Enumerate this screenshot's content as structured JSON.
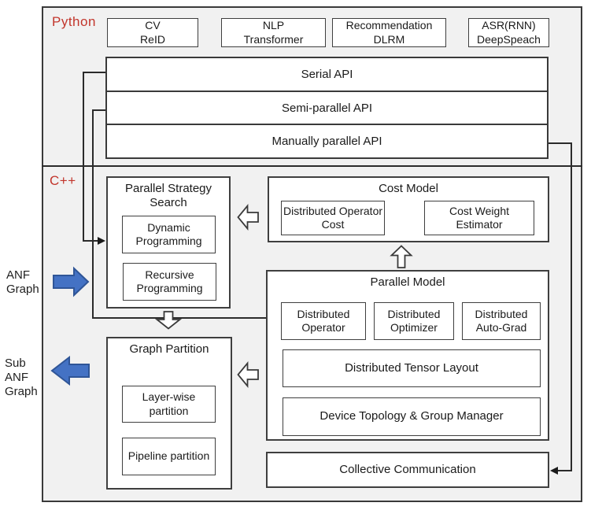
{
  "python_section": {
    "label": "Python",
    "apps": [
      {
        "line1": "CV",
        "line2": "ReID"
      },
      {
        "line1": "NLP",
        "line2": "Transformer"
      },
      {
        "line1": "Recommendation",
        "line2": "DLRM"
      },
      {
        "line1": "ASR(RNN)",
        "line2": "DeepSpeach"
      }
    ],
    "api_bars": [
      "Serial API",
      "Semi-parallel API",
      "Manually parallel API"
    ]
  },
  "cpp_section": {
    "label": "C++",
    "parallel_strategy_search": {
      "title": "Parallel Strategy Search",
      "items": [
        "Dynamic Programming",
        "Recursive Programming"
      ]
    },
    "cost_model": {
      "title": "Cost Model",
      "items": [
        "Distributed Operator Cost",
        "Cost Weight Estimator"
      ]
    },
    "parallel_model": {
      "title": "Parallel Model",
      "top_items": [
        "Distributed Operator",
        "Distributed Optimizer",
        "Distributed Auto-Grad"
      ],
      "wide_items": [
        "Distributed Tensor Layout",
        "Device Topology & Group Manager"
      ]
    },
    "graph_partition": {
      "title": "Graph Partition",
      "items": [
        "Layer-wise partition",
        "Pipeline partition"
      ]
    },
    "collective_communication": {
      "title": "Collective Communication"
    }
  },
  "io_labels": {
    "anf_graph": {
      "line1": "ANF",
      "line2": "Graph"
    },
    "sub_anf_graph": {
      "line1": "Sub",
      "line2": "ANF",
      "line3": "Graph"
    }
  },
  "colors": {
    "section_label_red": "#c2352b",
    "flow_arrow_blue": "#4472c4",
    "flow_arrow_blue_border": "#2f5597"
  }
}
